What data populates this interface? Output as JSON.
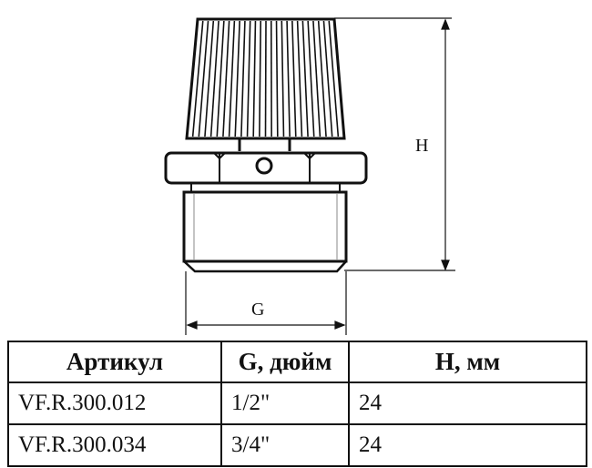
{
  "drawing": {
    "height_label": "H",
    "diameter_label": "G"
  },
  "table": {
    "headers": [
      "Артикул",
      "G, дюйм",
      "H, мм"
    ],
    "rows": [
      [
        "VF.R.300.012",
        "1/2\"",
        "24"
      ],
      [
        "VF.R.300.034",
        "3/4\"",
        "24"
      ]
    ]
  }
}
